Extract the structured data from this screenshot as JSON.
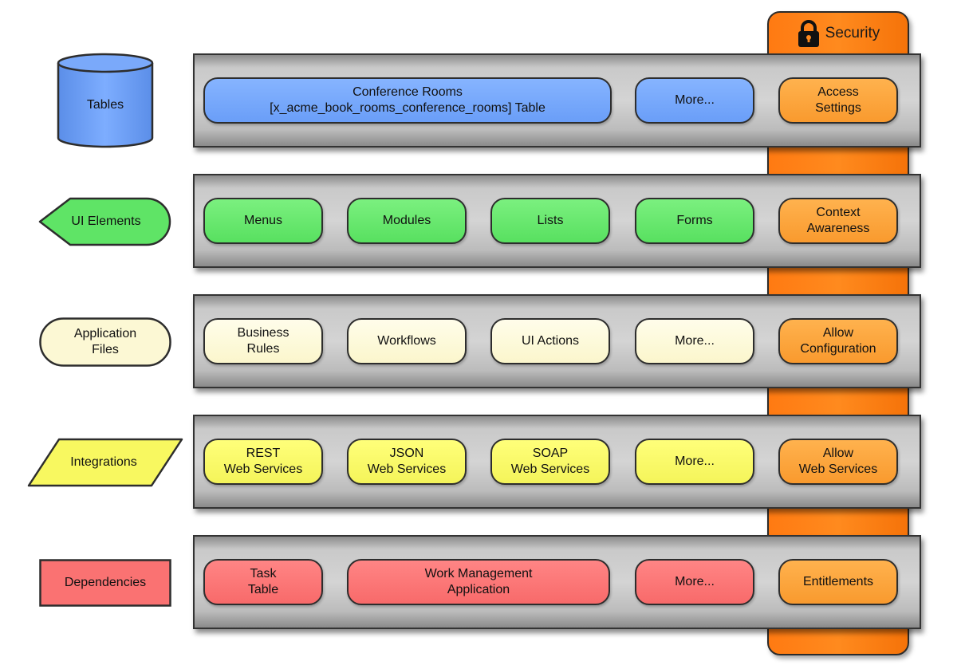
{
  "security": {
    "label": "Security",
    "icon": "lock-icon"
  },
  "rows": [
    {
      "category": "Tables",
      "shape": "cylinder",
      "color": "#6f9ff7",
      "items": [
        "Conference Rooms\n[x_acme_book_rooms_conference_rooms] Table",
        "More..."
      ],
      "security_item": "Access\nSettings"
    },
    {
      "category": "UI Elements",
      "shape": "display",
      "color": "#5fe466",
      "items": [
        "Menus",
        "Modules",
        "Lists",
        "Forms"
      ],
      "security_item": "Context\nAwareness"
    },
    {
      "category": "Application\nFiles",
      "shape": "rounded",
      "color": "#fcf8d4",
      "items": [
        "Business\nRules",
        "Workflows",
        "UI Actions",
        "More..."
      ],
      "security_item": "Allow\nConfiguration"
    },
    {
      "category": "Integrations",
      "shape": "parallelogram",
      "color": "#f8f860",
      "items": [
        "REST\nWeb Services",
        "JSON\nWeb Services",
        "SOAP\nWeb Services",
        "More..."
      ],
      "security_item": "Allow\nWeb Services"
    },
    {
      "category": "Dependencies",
      "shape": "rectangle",
      "color": "#fa7272",
      "items": [
        "Task\nTable",
        "Work Management\nApplication",
        "More..."
      ],
      "security_item": "Entitlements"
    }
  ]
}
